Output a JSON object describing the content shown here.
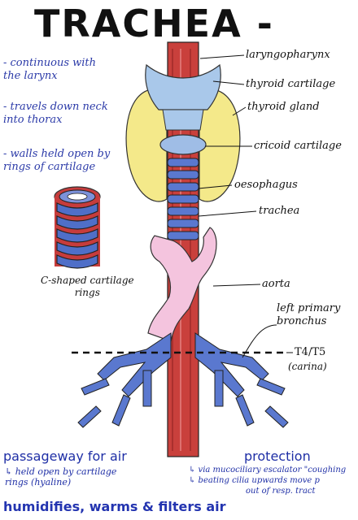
{
  "title": "TRACHEA -",
  "notes": [
    [
      "- continuous with",
      "the larynx"
    ],
    [
      "- travels down neck",
      "into thorax"
    ],
    [
      "- walls held open by",
      "rings of cartilage"
    ]
  ],
  "ring_caption": [
    "C-shaped cartilage",
    "rings"
  ],
  "labels": {
    "laryngopharynx": "laryngopharynx",
    "thyroid_cartilage": "thyroid cartilage",
    "thyroid_gland": "thyroid gland",
    "cricoid_cartilage": "cricoid cartilage",
    "oesophagus": "oesophagus",
    "trachea": "trachea",
    "aorta": "aorta",
    "left_primary_bronchus": [
      "left primary",
      "bronchus"
    ],
    "t4_t5": "T4/T5",
    "carina": "(carina)"
  },
  "functions": {
    "passageway_title": "passageway for air",
    "passageway_sub": [
      "↳ held open by cartilage",
      "rings (hyaline)"
    ],
    "protection_title": "protection",
    "protection_sub": [
      "↳ via mucociliary escalator \"coughing",
      "↳ beating cilia upwards move p",
      "out of resp. tract"
    ],
    "humidifies": "humidifies, warms & filters air"
  }
}
